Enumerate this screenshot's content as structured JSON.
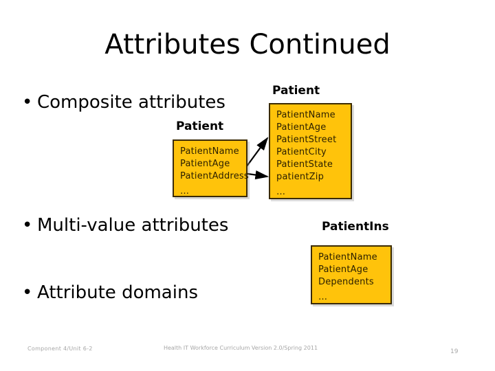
{
  "slide": {
    "title": "Attributes Continued",
    "page_number": "19"
  },
  "bullets": [
    {
      "marker": "•",
      "text": "Composite attributes"
    },
    {
      "marker": "•",
      "text": "Multi-value attributes"
    },
    {
      "marker": "•",
      "text": "Attribute domains"
    }
  ],
  "entities": {
    "composite_source": {
      "caption": "Patient",
      "attributes": [
        "PatientName",
        "PatientAge",
        "PatientAddress"
      ],
      "ellipsis": "…"
    },
    "composite_expanded": {
      "caption": "Patient",
      "attributes": [
        "PatientName",
        "PatientAge",
        "PatientStreet",
        "PatientCity",
        "PatientState",
        "patientZip"
      ],
      "ellipsis": "…"
    },
    "multivalue": {
      "caption": "PatientIns",
      "attributes": [
        "PatientName",
        "PatientAge",
        "Dependents"
      ],
      "ellipsis": "…"
    }
  },
  "colors": {
    "box_fill": "#FFC30B",
    "box_border": "#3A2A00",
    "attribute_text": "#2A1F00",
    "footer_text": "#A6A6A6"
  },
  "footer": {
    "left": "Component 4/Unit 6-2",
    "center": "Health IT Workforce Curriculum Version 2.0/Spring 2011",
    "page": "19"
  }
}
